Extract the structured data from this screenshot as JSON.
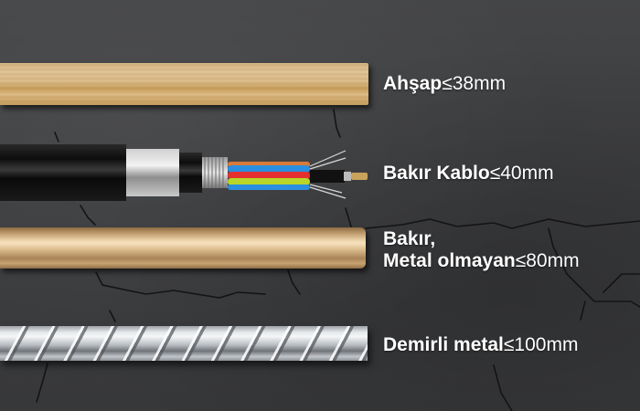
{
  "items": [
    {
      "material": "Ahşap",
      "depth": "≤38mm",
      "object": "wooden-stick"
    },
    {
      "material": "Bakır Kablo",
      "depth": "≤40mm",
      "object": "armored-cable"
    },
    {
      "material_line1": "Bakır,",
      "material": "Metal olmayan",
      "depth": "≤80mm",
      "object": "copper-pipe"
    },
    {
      "material": "Demirli metal",
      "depth": "≤100mm",
      "object": "steel-rebar"
    }
  ],
  "colors": {
    "background": "#3d3e40",
    "text": "#ffffff",
    "wood": "#dcbd8d",
    "copper": "#d9b98a",
    "rebar": "#b7bcc1",
    "cable_jacket": "#111111",
    "wire_blue": "#2a8fe0",
    "wire_red": "#e53030",
    "wire_green": "#b8d62a",
    "wire_orange": "#d87a3a"
  }
}
